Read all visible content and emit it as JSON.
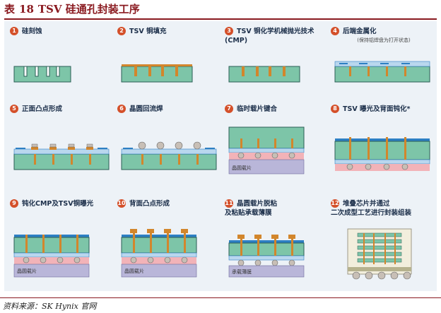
{
  "title": {
    "prefix": "表",
    "number": "18",
    "text": "TSV 硅通孔封装工序"
  },
  "steps": [
    {
      "num": "1",
      "label": "硅刻蚀"
    },
    {
      "num": "2",
      "label": "TSV 铜填充"
    },
    {
      "num": "3",
      "label": "TSV 铜化学机械抛光技术\n(CMP)"
    },
    {
      "num": "4",
      "label": "后端金属化",
      "sub": "(保持铝焊盘为打开状态)"
    },
    {
      "num": "5",
      "label": "正面凸点形成"
    },
    {
      "num": "6",
      "label": "晶圆回流焊"
    },
    {
      "num": "7",
      "label": "临时载片键合",
      "carrier": "晶圆载片"
    },
    {
      "num": "8",
      "label": "TSV 曝光及背面钝化*"
    },
    {
      "num": "9",
      "label": "钝化CMP及TSV铜曝光",
      "carrier": "晶圆载片"
    },
    {
      "num": "10",
      "label": "背面凸点形成",
      "carrier": "晶圆载片"
    },
    {
      "num": "11",
      "label": "晶圆载片脱粘\n及粘贴承载薄膜",
      "carrier": "承载薄膜"
    },
    {
      "num": "12",
      "label": "堆叠芯片并通过\n二次成型工艺进行封装组装"
    }
  ],
  "source": "资料来源：SK Hynix 官网",
  "colors": {
    "silicon": "#7dc5a8",
    "copper": "#d2862c",
    "metal": "#2d7fc3",
    "bump": "#c8bfb6",
    "carrier_pink": "#f2b3b8",
    "carrier_purple": "#b9b6d9"
  }
}
